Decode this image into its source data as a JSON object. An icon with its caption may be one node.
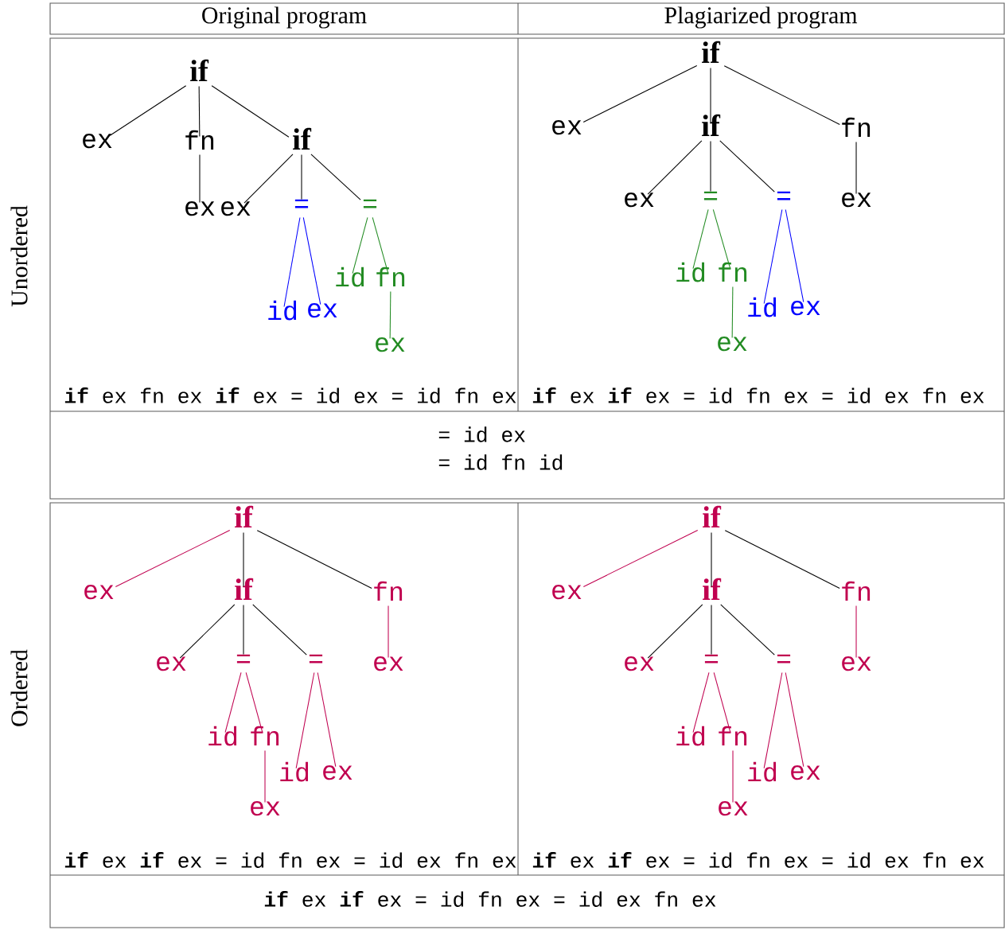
{
  "diagram": {
    "nodes": [
      {
        "text": [
          "if"
        ]
      },
      {
        "text": [
          "ex"
        ]
      },
      {
        "text": [
          "fn"
        ]
      },
      {
        "text": [
          "if"
        ]
      },
      {
        "text": [
          "ex"
        ]
      },
      {
        "text": [
          "ex"
        ]
      },
      {
        "text": [
          "="
        ]
      },
      {
        "text": [
          "="
        ]
      },
      {
        "text": [
          "id"
        ]
      },
      {
        "text": [
          "fn"
        ]
      },
      {
        "text": [
          "id"
        ]
      },
      {
        "text": [
          "ex"
        ]
      },
      {
        "text": [
          "ex"
        ]
      },
      {
        "text": [
          "if"
        ]
      },
      {
        "text": [
          "ex"
        ]
      },
      {
        "text": [
          "if"
        ]
      },
      {
        "text": [
          "fn"
        ]
      },
      {
        "text": [
          "ex"
        ]
      },
      {
        "text": [
          "="
        ]
      },
      {
        "text": [
          "="
        ]
      },
      {
        "text": [
          "ex"
        ]
      },
      {
        "text": [
          "id"
        ]
      },
      {
        "text": [
          "fn"
        ]
      },
      {
        "text": [
          "id"
        ]
      },
      {
        "text": [
          "ex"
        ]
      },
      {
        "text": [
          "ex"
        ]
      },
      {
        "text": [
          "if"
        ]
      },
      {
        "text": [
          "ex"
        ]
      },
      {
        "text": [
          "if"
        ]
      },
      {
        "text": [
          "fn"
        ]
      },
      {
        "text": [
          "ex"
        ]
      },
      {
        "text": [
          "="
        ]
      },
      {
        "text": [
          "="
        ]
      },
      {
        "text": [
          "ex"
        ]
      },
      {
        "text": [
          "id"
        ]
      },
      {
        "text": [
          "fn"
        ]
      },
      {
        "text": [
          "id"
        ]
      },
      {
        "text": [
          "ex"
        ]
      },
      {
        "text": [
          "ex"
        ]
      },
      {
        "text": [
          "if"
        ]
      },
      {
        "text": [
          "ex"
        ]
      },
      {
        "text": [
          "if"
        ]
      },
      {
        "text": [
          "fn"
        ]
      },
      {
        "text": [
          "ex"
        ]
      },
      {
        "text": [
          "="
        ]
      },
      {
        "text": [
          "="
        ]
      },
      {
        "text": [
          "ex"
        ]
      },
      {
        "text": [
          "id"
        ]
      },
      {
        "text": [
          "fn"
        ]
      },
      {
        "text": [
          "id"
        ]
      },
      {
        "text": [
          "ex"
        ]
      },
      {
        "text": [
          "ex"
        ]
      }
    ],
    "edges": [
      {
        "from": 0,
        "to": 1,
        "arrow": "none"
      },
      {
        "from": 0,
        "to": 2,
        "arrow": "none"
      },
      {
        "from": 0,
        "to": 3,
        "arrow": "none"
      },
      {
        "from": 2,
        "to": 4,
        "arrow": "none"
      },
      {
        "from": 3,
        "to": 5,
        "arrow": "none"
      },
      {
        "from": 3,
        "to": 6,
        "arrow": "none"
      },
      {
        "from": 3,
        "to": 7,
        "arrow": "none"
      },
      {
        "from": 6,
        "to": 10,
        "arrow": "none",
        "color": "#0000ff"
      },
      {
        "from": 6,
        "to": 11,
        "arrow": "none",
        "color": "#0000ff"
      },
      {
        "from": 7,
        "to": 8,
        "arrow": "none",
        "color": "#228b22"
      },
      {
        "from": 7,
        "to": 9,
        "arrow": "none",
        "color": "#228b22"
      },
      {
        "from": 9,
        "to": 12,
        "arrow": "none",
        "color": "#228b22"
      },
      {
        "from": 13,
        "to": 14,
        "arrow": "none"
      },
      {
        "from": 13,
        "to": 15,
        "arrow": "none"
      },
      {
        "from": 13,
        "to": 16,
        "arrow": "none"
      },
      {
        "from": 16,
        "to": 20,
        "arrow": "none"
      },
      {
        "from": 15,
        "to": 17,
        "arrow": "none"
      },
      {
        "from": 15,
        "to": 18,
        "arrow": "none"
      },
      {
        "from": 15,
        "to": 19,
        "arrow": "none"
      },
      {
        "from": 18,
        "to": 21,
        "arrow": "none",
        "color": "#228b22"
      },
      {
        "from": 18,
        "to": 22,
        "arrow": "none",
        "color": "#228b22"
      },
      {
        "from": 22,
        "to": 25,
        "arrow": "none",
        "color": "#228b22"
      },
      {
        "from": 19,
        "to": 23,
        "arrow": "none",
        "color": "#0000ff"
      },
      {
        "from": 19,
        "to": 24,
        "arrow": "none",
        "color": "#0000ff"
      },
      {
        "from": 26,
        "to": 27,
        "arrow": "none",
        "color": "#c0004f"
      },
      {
        "from": 26,
        "to": 28,
        "arrow": "none"
      },
      {
        "from": 26,
        "to": 29,
        "arrow": "none"
      },
      {
        "from": 29,
        "to": 33,
        "arrow": "none",
        "color": "#c0004f"
      },
      {
        "from": 28,
        "to": 30,
        "arrow": "none"
      },
      {
        "from": 28,
        "to": 31,
        "arrow": "none"
      },
      {
        "from": 28,
        "to": 32,
        "arrow": "none"
      },
      {
        "from": 31,
        "to": 34,
        "arrow": "none",
        "color": "#c0004f"
      },
      {
        "from": 31,
        "to": 35,
        "arrow": "none",
        "color": "#c0004f"
      },
      {
        "from": 35,
        "to": 38,
        "arrow": "none",
        "color": "#c0004f"
      },
      {
        "from": 32,
        "to": 36,
        "arrow": "none",
        "color": "#c0004f"
      },
      {
        "from": 32,
        "to": 37,
        "arrow": "none",
        "color": "#c0004f"
      },
      {
        "from": 39,
        "to": 40,
        "arrow": "none",
        "color": "#c0004f"
      },
      {
        "from": 39,
        "to": 41,
        "arrow": "none"
      },
      {
        "from": 39,
        "to": 42,
        "arrow": "none"
      },
      {
        "from": 42,
        "to": 46,
        "arrow": "none",
        "color": "#c0004f"
      },
      {
        "from": 41,
        "to": 43,
        "arrow": "none"
      },
      {
        "from": 41,
        "to": 44,
        "arrow": "none"
      },
      {
        "from": 41,
        "to": 45,
        "arrow": "none"
      },
      {
        "from": 44,
        "to": 47,
        "arrow": "none",
        "color": "#c0004f"
      },
      {
        "from": 44,
        "to": 48,
        "arrow": "none",
        "color": "#c0004f"
      },
      {
        "from": 48,
        "to": 51,
        "arrow": "none",
        "color": "#c0004f"
      },
      {
        "from": 45,
        "to": 49,
        "arrow": "none",
        "color": "#c0004f"
      },
      {
        "from": 45,
        "to": 50,
        "arrow": "none",
        "color": "#c0004f"
      }
    ],
    "labels": [
      "Original program",
      "Plagiarized program",
      "Unordered",
      "**if** ex fn ex **if** ex = id ex = id fn ex",
      "**if** ex **if** ex = id fn ex = id ex fn ex",
      "= id ex",
      "= id fn id",
      "Ordered",
      "**if** ex **if** ex = id fn ex = id ex fn ex",
      "**if** ex **if** ex = id fn ex = id ex fn ex",
      "**if** ex **if** ex = id fn ex = id ex fn ex"
    ]
  }
}
